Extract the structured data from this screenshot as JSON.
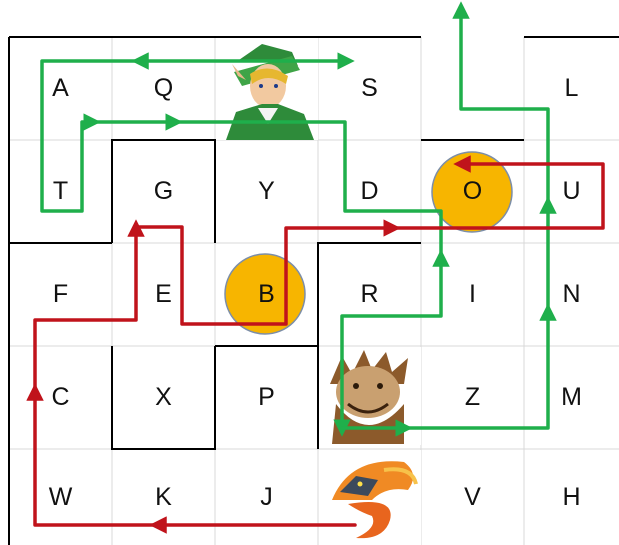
{
  "grid": {
    "rows": [
      [
        "A",
        "Q",
        "",
        "S",
        "",
        "L"
      ],
      [
        "T",
        "G",
        "Y",
        "D",
        "O",
        "U"
      ],
      [
        "F",
        "E",
        "B",
        "R",
        "I",
        "N"
      ],
      [
        "C",
        "X",
        "P",
        "",
        "Z",
        "M"
      ],
      [
        "W",
        "K",
        "J",
        "",
        "V",
        "H"
      ]
    ]
  },
  "tokens": [
    {
      "name": "hero-portrait",
      "cell": "row1-col3",
      "kind": "elf hero in green cap"
    },
    {
      "name": "ogre-portrait",
      "cell": "row4-col4",
      "kind": "horned ogre"
    },
    {
      "name": "dragon-portrait",
      "cell": "row5-col4",
      "kind": "fire dragon"
    }
  ],
  "markers": [
    {
      "label": "O",
      "color": "#F7B500"
    },
    {
      "label": "B",
      "color": "#F7B500"
    }
  ],
  "paths": {
    "green": {
      "color": "#1FAF4B"
    },
    "red": {
      "color": "#C0131B"
    }
  },
  "colors": {
    "grid_line": "#D9D9D9",
    "wall": "#000000",
    "hero_green": "#2E8B3A",
    "dragon_orange": "#E8651E"
  }
}
